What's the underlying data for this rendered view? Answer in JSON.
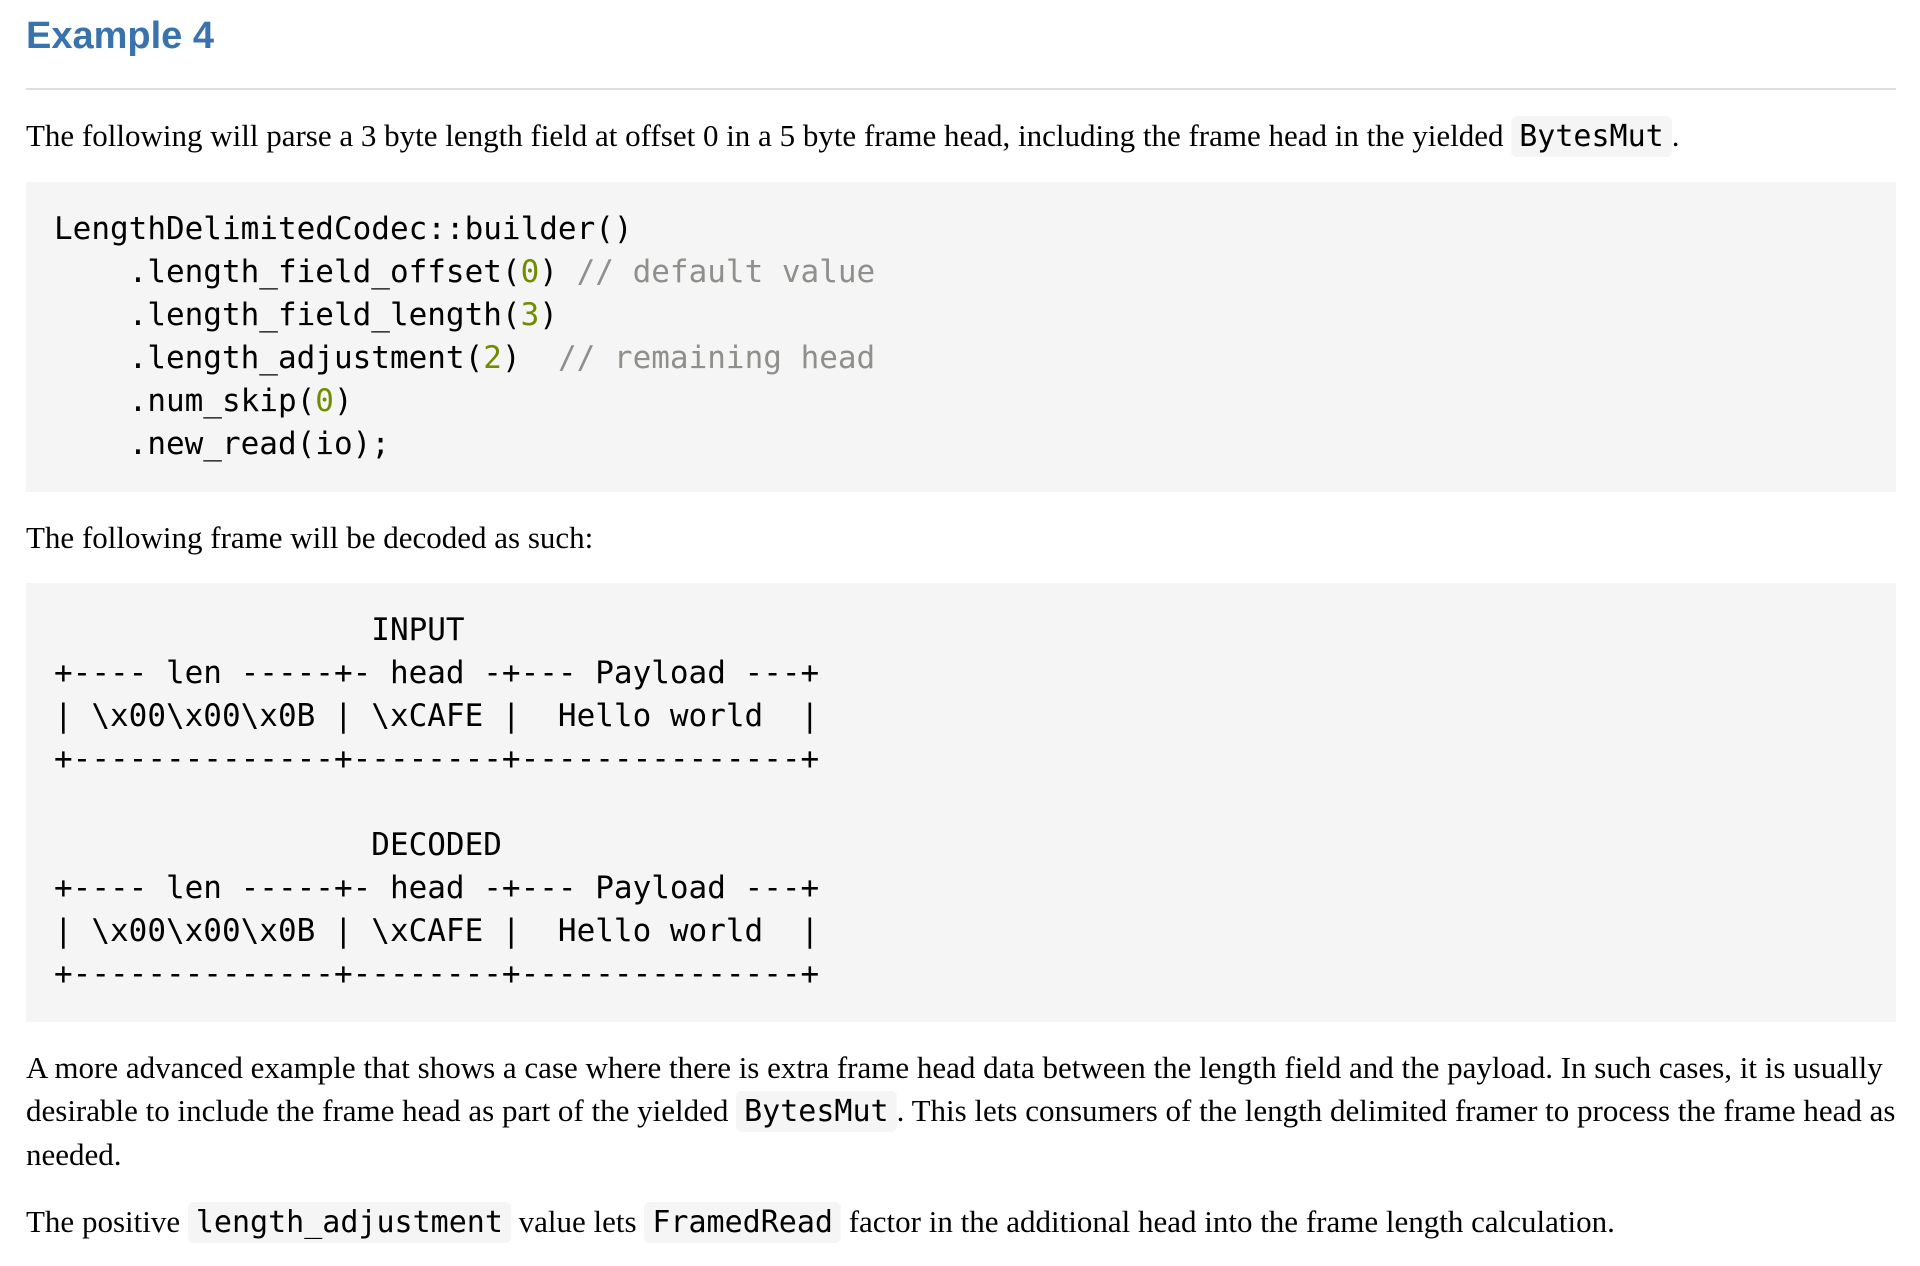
{
  "colors": {
    "heading_link": "#3873ad",
    "rule": "#dddddd",
    "code_background": "#f5f5f5",
    "code_number": "#718c00",
    "code_comment": "#8e908c",
    "body_text": "#000000"
  },
  "section": {
    "heading": "Example 4"
  },
  "paragraphs": {
    "intro": {
      "text1": "The following will parse a 3 byte length field at offset 0 in a 5 byte frame head, including the frame head in the yielded ",
      "code1": "BytesMut",
      "text2": "."
    },
    "decode_intro": "The following frame will be decoded as such:",
    "advanced": {
      "text1": "A more advanced example that shows a case where there is extra frame head data between the length field and the payload. In such cases, it is usually desirable to include the frame head as part of the yielded ",
      "code1": "BytesMut",
      "text2": ". This lets consumers of the length delimited framer to process the frame head as needed."
    },
    "adjustment": {
      "text1": "The positive ",
      "code1": "length_adjustment",
      "text2": " value lets ",
      "code2": "FramedRead",
      "text3": " factor in the additional head into the frame length calculation."
    }
  },
  "code_blocks": {
    "builder": {
      "language": "rust",
      "segments": [
        {
          "t": "LengthDelimitedCodec::builder()\n    .length_field_offset(",
          "c": ""
        },
        {
          "t": "0",
          "c": "num"
        },
        {
          "t": ") ",
          "c": ""
        },
        {
          "t": "// default value",
          "c": "com"
        },
        {
          "t": "\n    .length_field_length(",
          "c": ""
        },
        {
          "t": "3",
          "c": "num"
        },
        {
          "t": ")\n    .length_adjustment(",
          "c": ""
        },
        {
          "t": "2",
          "c": "num"
        },
        {
          "t": ")  ",
          "c": ""
        },
        {
          "t": "// remaining head",
          "c": "com"
        },
        {
          "t": "\n    .num_skip(",
          "c": ""
        },
        {
          "t": "0",
          "c": "num"
        },
        {
          "t": ")\n    .new_read(io);",
          "c": ""
        }
      ]
    },
    "frames": {
      "text": "                 INPUT\n+---- len -----+- head -+--- Payload ---+\n| \\x00\\x00\\x0B | \\xCAFE |  Hello world  |\n+--------------+--------+---------------+\n\n                 DECODED\n+---- len -----+- head -+--- Payload ---+\n| \\x00\\x00\\x0B | \\xCAFE |  Hello world  |\n+--------------+--------+---------------+"
    }
  }
}
